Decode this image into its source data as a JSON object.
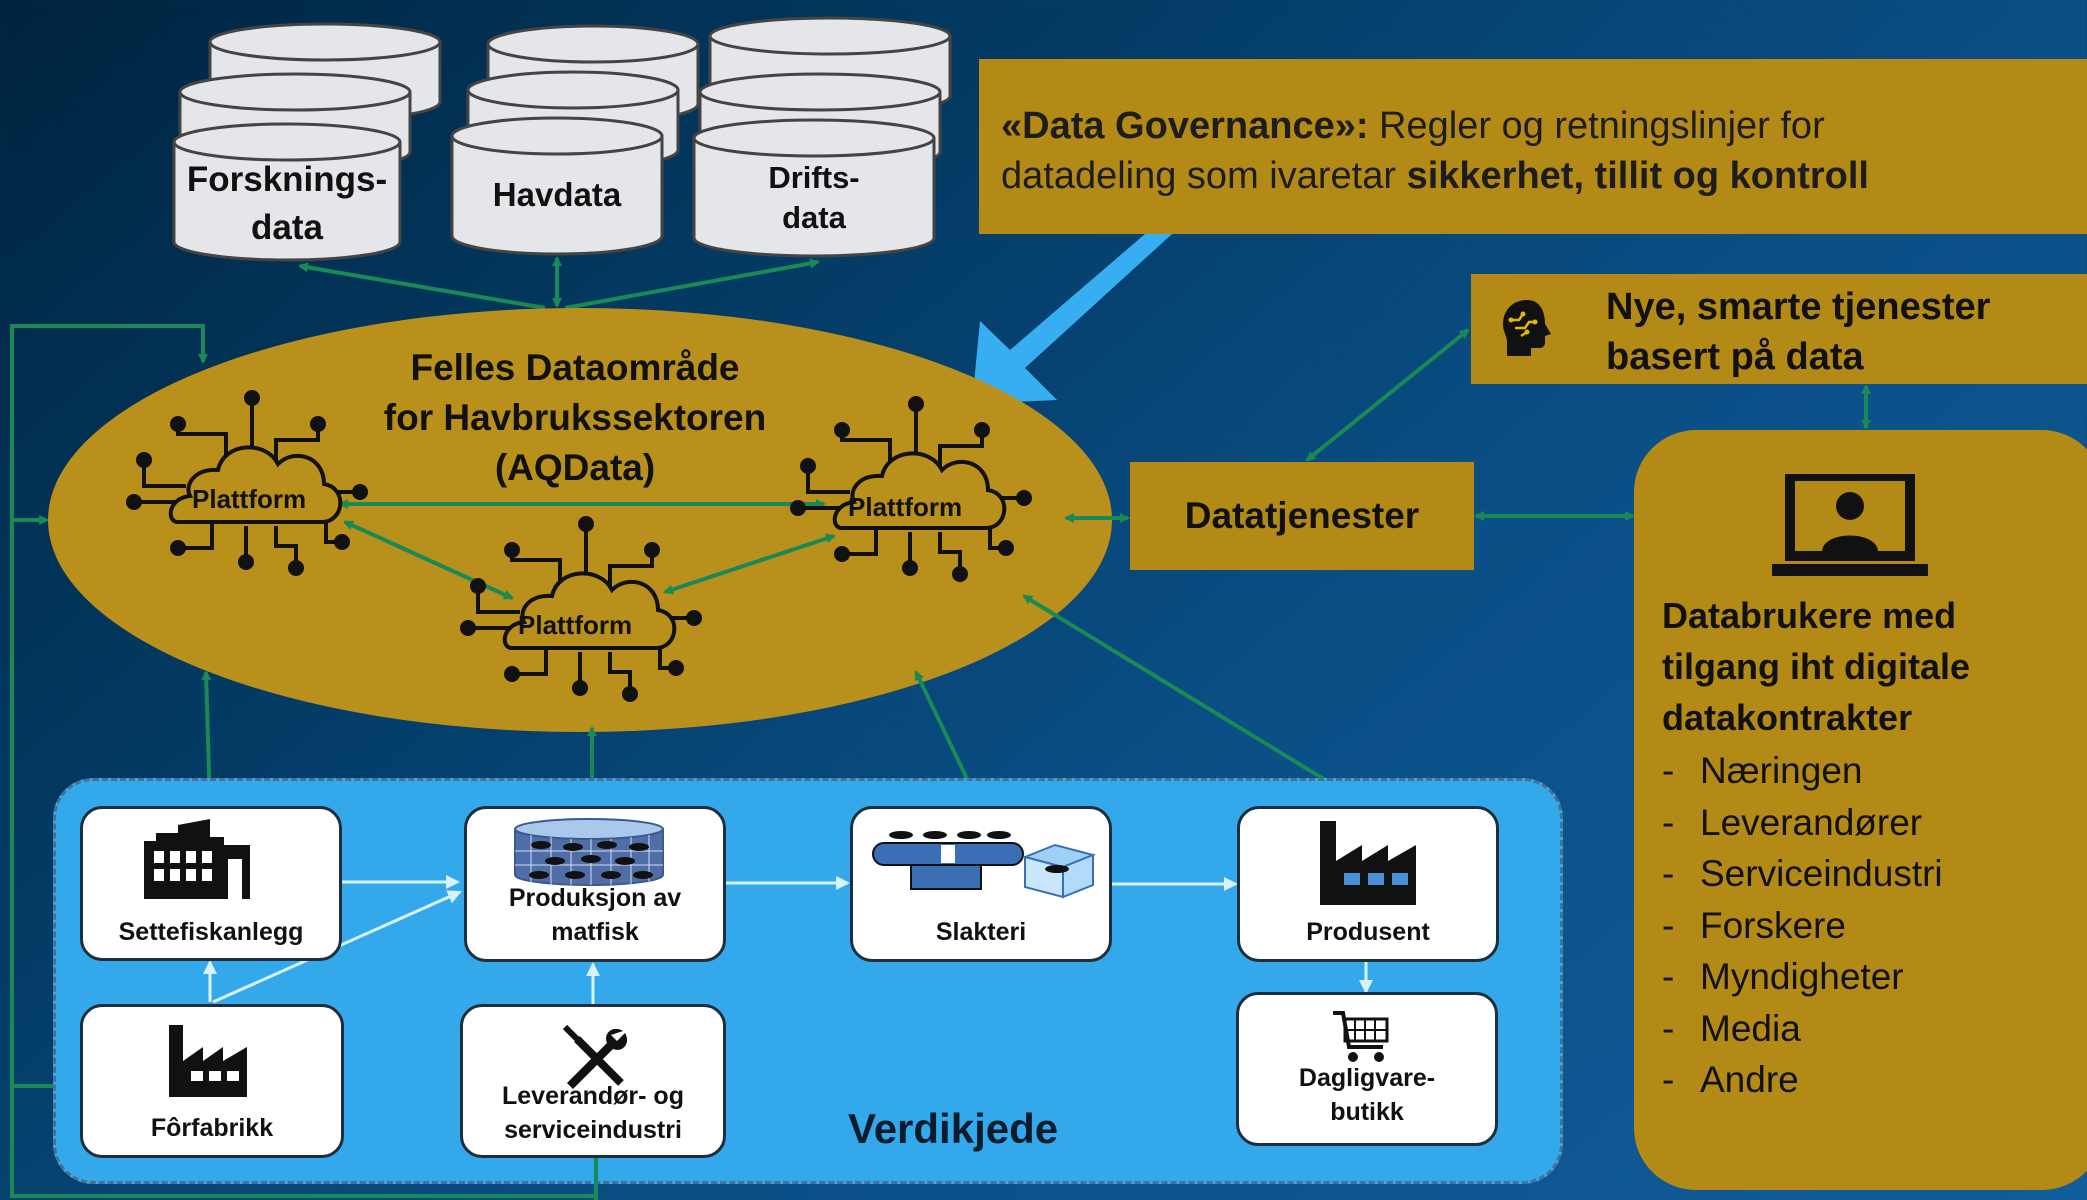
{
  "databases": [
    {
      "id": "forsk",
      "lines": [
        "Forsknings-",
        "data"
      ]
    },
    {
      "id": "hav",
      "lines": [
        "Havdata"
      ]
    },
    {
      "id": "drift",
      "lines": [
        "Drifts-",
        "data"
      ]
    }
  ],
  "governance": {
    "title": "«Data Governance»:",
    "text1": " Regler og retningslinjer for",
    "text2": "datadeling som ivaretar ",
    "emphasis": "sikkerhet, tillit og kontroll"
  },
  "new_services": {
    "line1": "Nye, smarte tjenester",
    "line2": "basert på data"
  },
  "data_area": {
    "line1": "Felles Dataområde",
    "line2": "for Havbrukssektoren",
    "line3": "(AQData)"
  },
  "platforms": [
    "Plattform",
    "Plattform",
    "Plattform"
  ],
  "data_services": "Datatjenester",
  "users": {
    "heading": [
      "Databrukere med",
      "tilgang iht digitale",
      "datakontrakter"
    ],
    "items": [
      "Næringen",
      "Leverandører",
      "Serviceindustri",
      "Forskere",
      "Myndigheter",
      "Media",
      "Andre"
    ]
  },
  "value_chain": {
    "label": "Verdikjede",
    "nodes": {
      "settefisk": [
        "Settefiskanlegg"
      ],
      "produksjon": [
        "Produksjon av",
        "matfisk"
      ],
      "slakteri": [
        "Slakteri"
      ],
      "produsent": [
        "Produsent"
      ],
      "forfabrikk": [
        "Fôrfabrikk"
      ],
      "leverandor": [
        "Leverandør- og",
        "serviceindustri"
      ],
      "dagligvare": [
        "Dagligvare-",
        "butikk"
      ]
    }
  },
  "colors": {
    "gold": "#b38a16",
    "ellipse": "#b8901b",
    "connector_green": "#198a55",
    "light_arrow": "#d7f3ff",
    "chain_bg": "#33a9ec",
    "big_arrow": "#38aef2"
  }
}
